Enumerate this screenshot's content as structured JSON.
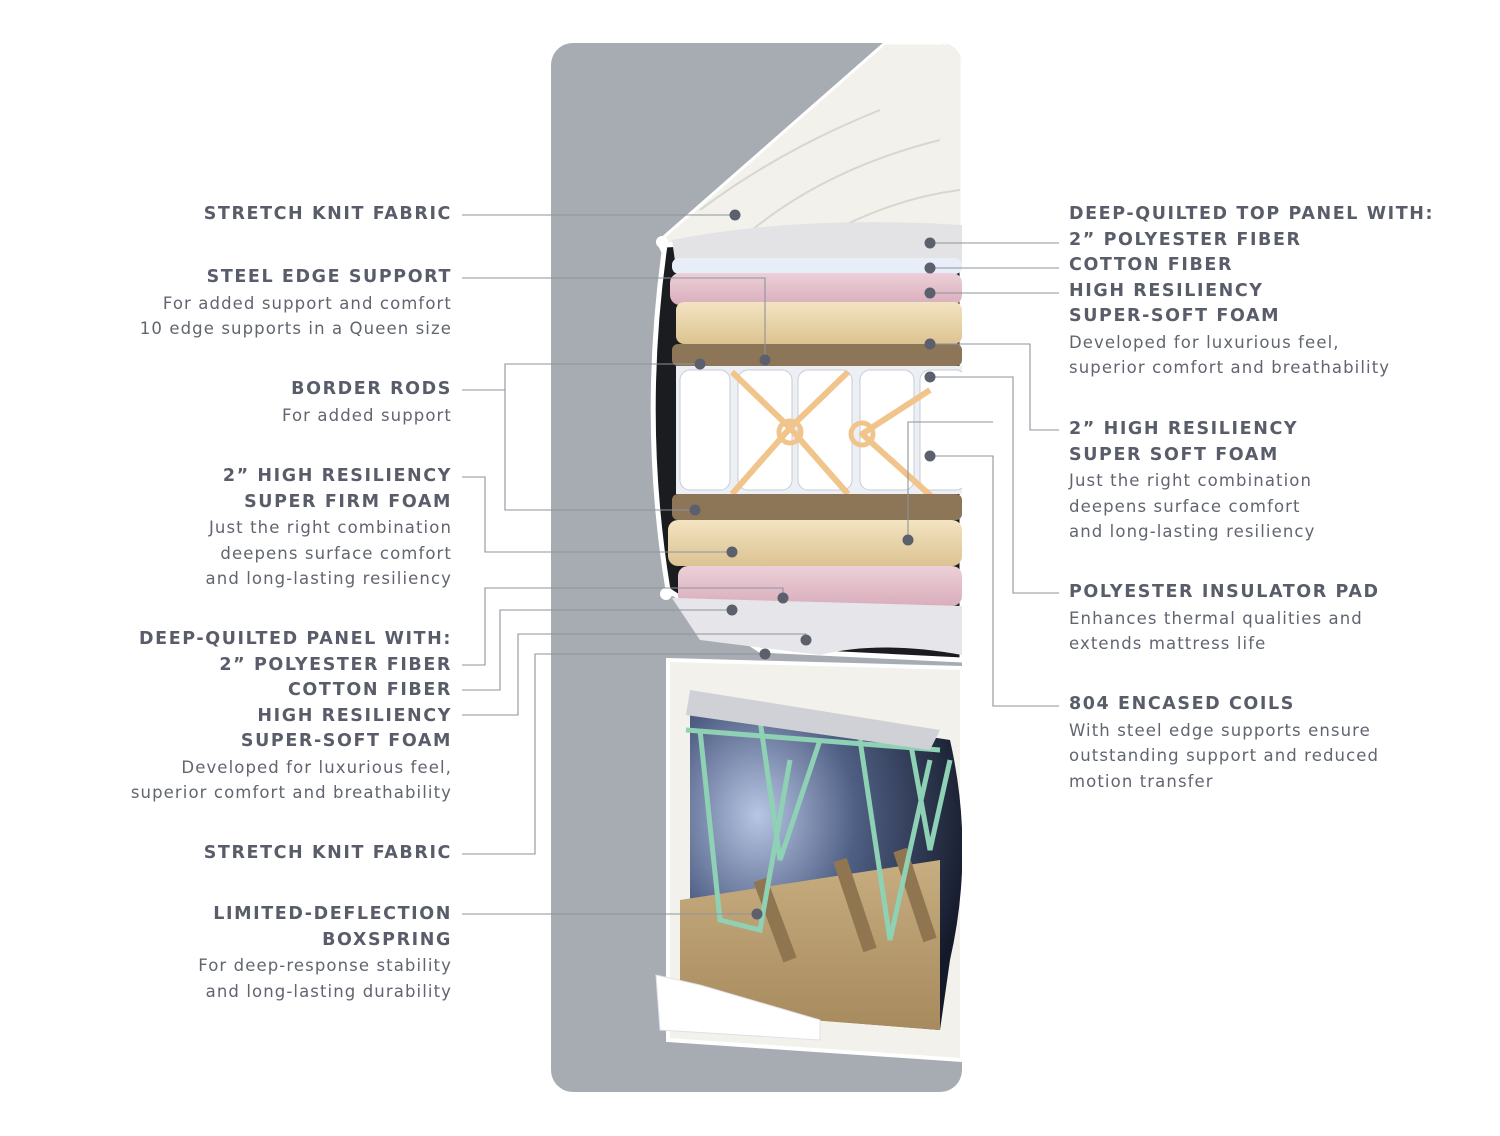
{
  "left_labels": [
    {
      "heading": [
        "STRETCH KNIT FABRIC"
      ],
      "desc": []
    },
    {
      "heading": [
        "STEEL EDGE SUPPORT"
      ],
      "desc": [
        "For added support and comfort",
        "10 edge supports in a Queen size"
      ]
    },
    {
      "heading": [
        "BORDER RODS"
      ],
      "desc": [
        "For added support"
      ]
    },
    {
      "heading": [
        "2” HIGH RESILIENCY",
        "SUPER FIRM FOAM"
      ],
      "desc": [
        "Just the right combination",
        "deepens surface comfort",
        "and long-lasting resiliency"
      ]
    },
    {
      "heading": [
        "DEEP-QUILTED PANEL WITH:",
        "2” POLYESTER FIBER",
        "COTTON FIBER",
        "HIGH RESILIENCY",
        "SUPER-SOFT FOAM"
      ],
      "desc": [
        "Developed for luxurious feel,",
        "superior comfort and breathability"
      ]
    },
    {
      "heading": [
        "STRETCH KNIT FABRIC"
      ],
      "desc": []
    },
    {
      "heading": [
        "LIMITED-DEFLECTION",
        "BOXSPRING"
      ],
      "desc": [
        "For deep-response stability",
        "and long-lasting durability"
      ]
    }
  ],
  "right_labels": [
    {
      "heading": [
        "DEEP-QUILTED TOP PANEL WITH:",
        "2” POLYESTER FIBER",
        "COTTON FIBER",
        "HIGH RESILIENCY",
        "SUPER-SOFT FOAM"
      ],
      "desc": [
        "Developed for luxurious feel,",
        "superior comfort and breathability"
      ]
    },
    {
      "heading": [
        "2” HIGH RESILIENCY",
        "SUPER SOFT FOAM"
      ],
      "desc": [
        "Just the right combination",
        "deepens surface comfort",
        "and long-lasting resiliency"
      ]
    },
    {
      "heading": [
        "POLYESTER INSULATOR PAD"
      ],
      "desc": [
        "Enhances thermal qualities and",
        "extends mattress life"
      ]
    },
    {
      "heading": [
        "804 ENCASED COILS"
      ],
      "desc": [
        "With steel edge supports ensure",
        "outstanding support and reduced",
        "motion transfer"
      ]
    }
  ]
}
